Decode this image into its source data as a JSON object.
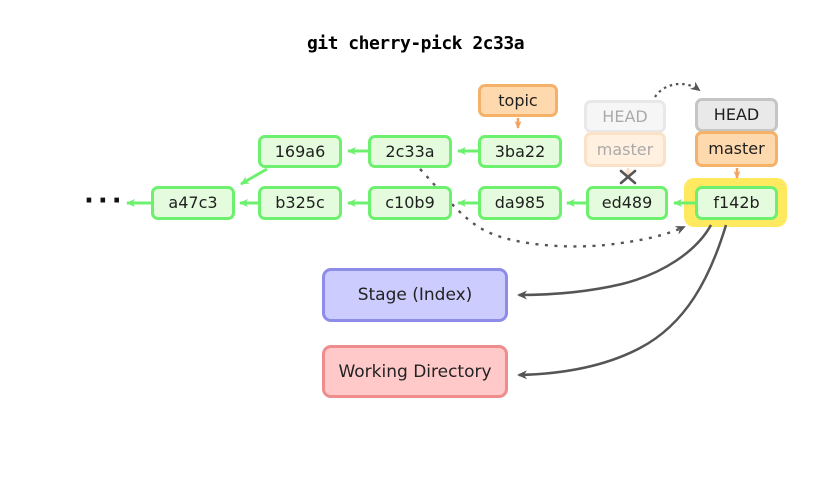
{
  "title": "git cherry-pick 2c33a",
  "graph": {
    "ellipsis": "···",
    "topic_row": [
      "169a6",
      "2c33a",
      "3ba22"
    ],
    "master_row": [
      "a47c3",
      "b325c",
      "c10b9",
      "da985",
      "ed489",
      "f142b"
    ],
    "highlighted_commit": "f142b",
    "edges": [
      "169a6->a47c3",
      "2c33a->169a6",
      "3ba22->2c33a",
      "a47c3->...",
      "b325c->a47c3",
      "c10b9->b325c",
      "da985->c10b9",
      "ed489->da985",
      "f142b->ed489"
    ],
    "cherry_pick_copy": "2c33a copied to f142b",
    "head_moved": "HEAD/master moved from ed489 to f142b",
    "checkout_targets": [
      "Stage (Index)",
      "Working Directory"
    ]
  },
  "labels": {
    "topic": "topic",
    "head_old": "HEAD",
    "master_old": "master",
    "head_new": "HEAD",
    "master_new": "master"
  },
  "panels": {
    "stage": "Stage (Index)",
    "working_directory": "Working Directory"
  },
  "colors": {
    "commit_fill": "#e4fcdd",
    "commit_border": "#6df06d",
    "branch_fill": "#ffd9ae",
    "branch_border": "#f6b169",
    "head_fill": "#e9e9e9",
    "head_border": "#c5c5c5",
    "highlight_yellow": "#ffe95e",
    "stage_fill": "#ccccfe",
    "stage_border": "#8d8de9",
    "working_dir_fill": "#ffc9c9",
    "working_dir_border": "#ef8c8c",
    "dark_arrow": "#555555"
  }
}
